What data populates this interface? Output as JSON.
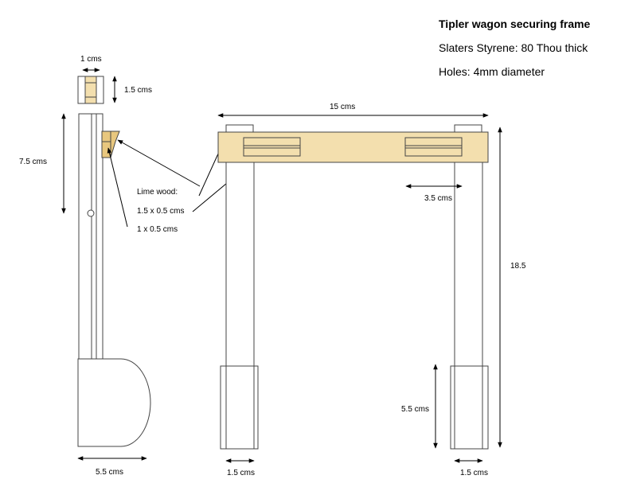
{
  "header": {
    "title": "Tipler wagon securing frame",
    "material": "Slaters Styrene: 80 Thou thick",
    "holes": "Holes: 4mm diameter"
  },
  "side_view": {
    "dim_top_width": "1 cms",
    "dim_top_height": "1.5 cms",
    "dim_height": "7.5 cms",
    "dim_base_width": "5.5 cms"
  },
  "callout": {
    "label_title": "Lime wood:",
    "label_a": "1.5 x 0.5 cms",
    "label_b": "1 x 0.5 cms"
  },
  "front_view": {
    "dim_width": "15 cms",
    "dim_slot": "3.5 cms",
    "dim_height": "18.5",
    "dim_foot": "5.5 cms",
    "dim_leg_left": "1.5 cms",
    "dim_leg_right": "1.5 cms"
  },
  "colors": {
    "wood": "#f3dfae",
    "wood_dark": "#e8c77e",
    "line": "#000000",
    "outline": "#333333"
  }
}
